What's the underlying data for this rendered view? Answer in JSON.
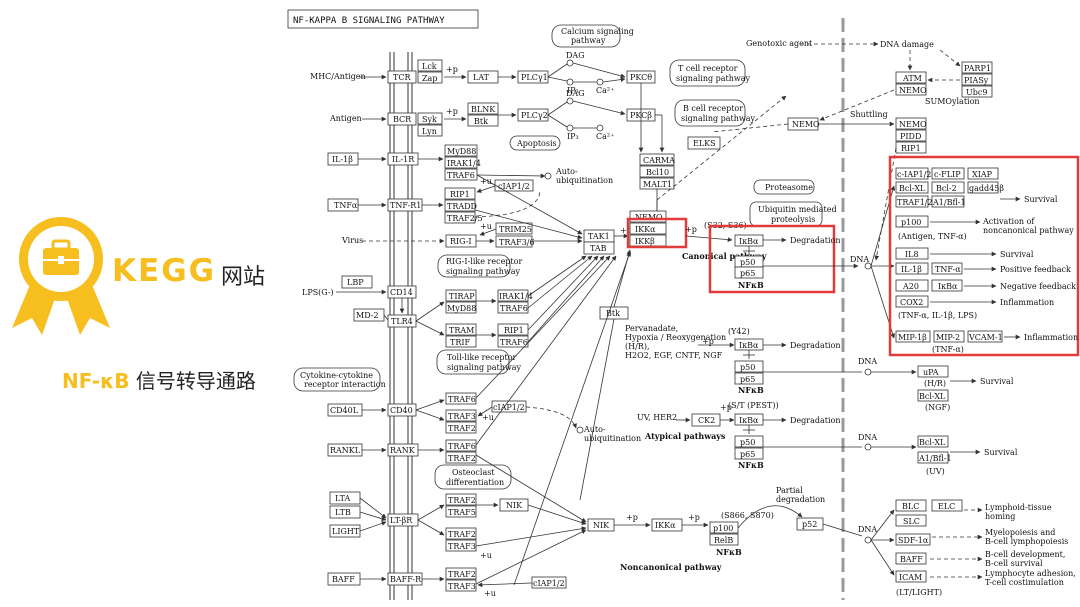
{
  "banner": {
    "kegg_label": "KEGG",
    "kegg_suffix": "网站",
    "pathway_prefix": "NF-κB",
    "pathway_suffix": "信号转导通路"
  },
  "pathway": {
    "title": "NF-KAPPA B SIGNALING PATHWAY"
  },
  "colors": {
    "accent": "#f6be1e",
    "highlight": "#e23b3b"
  },
  "icons": [
    "ribbon-badge-icon",
    "briefcase-icon"
  ]
}
